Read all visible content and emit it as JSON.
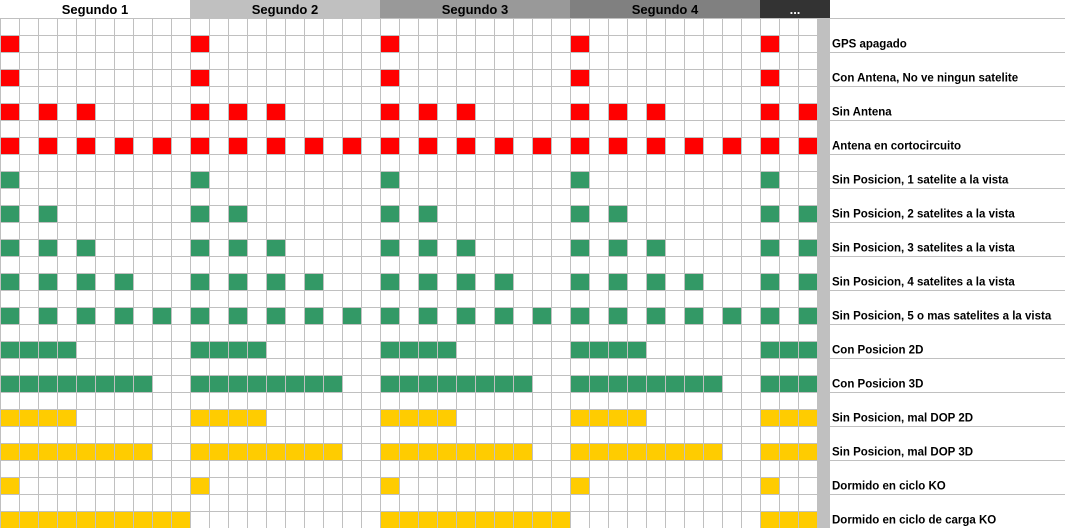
{
  "header": {
    "columns": [
      {
        "label": "Segundo 1",
        "bg": "#ffffff",
        "fg": "#000000"
      },
      {
        "label": "Segundo 2",
        "bg": "#c0c0c0",
        "fg": "#000000"
      },
      {
        "label": "Segundo 3",
        "bg": "#999999",
        "fg": "#000000"
      },
      {
        "label": "Segundo 4",
        "bg": "#808080",
        "fg": "#000000"
      },
      {
        "label": "...",
        "bg": "#333333",
        "fg": "#ffffff"
      }
    ]
  },
  "colors": {
    "red": "#ff0000",
    "green": "#339966",
    "yellow": "#ffcc00",
    "grid_line": "#c0c0c0",
    "separator": "#c0c0c0"
  },
  "rows": [
    {
      "label": "GPS apagado",
      "color": "red",
      "pattern": [
        [
          0,
          1
        ]
      ]
    },
    {
      "label": "Con Antena, No ve ningun satelite",
      "color": "red",
      "pattern": [
        [
          0,
          1
        ]
      ]
    },
    {
      "label": "Sin Antena",
      "color": "red",
      "pattern": [
        [
          0,
          1
        ],
        [
          2,
          1
        ],
        [
          4,
          1
        ]
      ]
    },
    {
      "label": "Antena en cortocircuito",
      "color": "red",
      "pattern": [
        [
          0,
          1
        ],
        [
          2,
          1
        ],
        [
          4,
          1
        ],
        [
          6,
          1
        ],
        [
          8,
          1
        ]
      ]
    },
    {
      "label": "Sin Posicion, 1 satelite a la vista",
      "color": "green",
      "pattern": [
        [
          0,
          1
        ]
      ]
    },
    {
      "label": "Sin Posicion, 2 satelites a la vista",
      "color": "green",
      "pattern": [
        [
          0,
          1
        ],
        [
          2,
          1
        ]
      ]
    },
    {
      "label": "Sin Posicion, 3 satelites a la vista",
      "color": "green",
      "pattern": [
        [
          0,
          1
        ],
        [
          2,
          1
        ],
        [
          4,
          1
        ]
      ]
    },
    {
      "label": "Sin Posicion, 4 satelites a la vista",
      "color": "green",
      "pattern": [
        [
          0,
          1
        ],
        [
          2,
          1
        ],
        [
          4,
          1
        ],
        [
          6,
          1
        ]
      ]
    },
    {
      "label": "Sin Posicion, 5 o mas satelites a la vista",
      "color": "green",
      "pattern": [
        [
          0,
          1
        ],
        [
          2,
          1
        ],
        [
          4,
          1
        ],
        [
          6,
          1
        ],
        [
          8,
          1
        ]
      ]
    },
    {
      "label": "Con Posicion 2D",
      "color": "green",
      "pattern": [
        [
          0,
          4
        ]
      ]
    },
    {
      "label": "Con Posicion 3D",
      "color": "green",
      "pattern": [
        [
          0,
          8
        ]
      ]
    },
    {
      "label": "Sin Posicion, mal DOP 2D",
      "color": "yellow",
      "pattern": [
        [
          0,
          4
        ]
      ]
    },
    {
      "label": "Sin Posicion, mal DOP 3D",
      "color": "yellow",
      "pattern": [
        [
          0,
          8
        ]
      ]
    },
    {
      "label": "Dormido en ciclo KO",
      "color": "yellow",
      "pattern": [
        [
          0,
          1
        ]
      ]
    },
    {
      "label": "Dormido en ciclo de carga KO",
      "color": "yellow",
      "pattern": [
        [
          0,
          10
        ]
      ],
      "skip_odd_seconds": true
    }
  ]
}
